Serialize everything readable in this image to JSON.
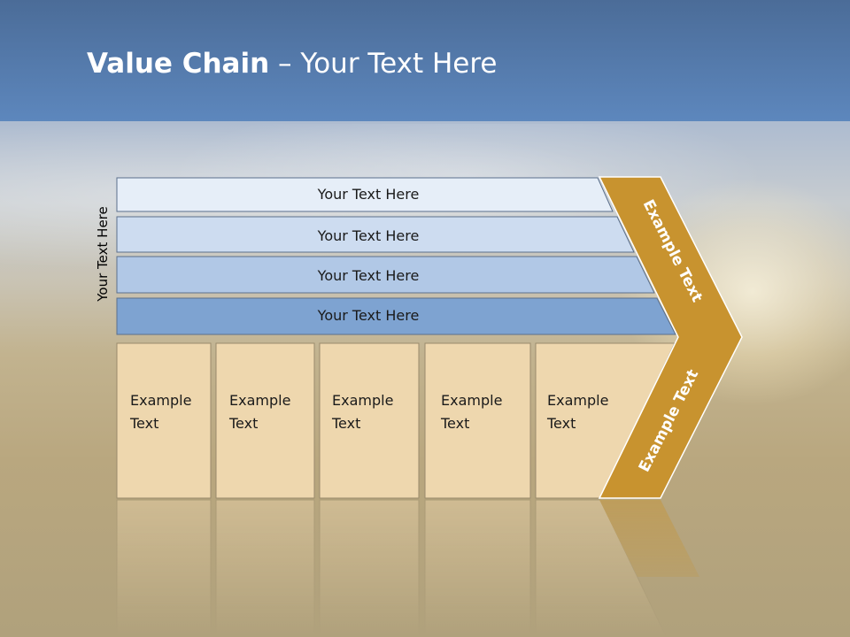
{
  "title": {
    "bold": "Value Chain",
    "rest": " – Your Text Here"
  },
  "side_label": "Your Text Here",
  "rows": [
    "Your Text Here",
    "Your Text Here",
    "Your Text Here",
    "Your Text Here"
  ],
  "activities": [
    [
      "Example",
      "Text"
    ],
    [
      "Example",
      "Text"
    ],
    [
      "Example",
      "Text"
    ],
    [
      "Example",
      "Text"
    ],
    [
      "Example",
      "Text"
    ]
  ],
  "chevron": {
    "top_label": "Example Text",
    "bottom_label": "Example Text"
  },
  "colors": {
    "header": "#5d87bd",
    "row_fills": [
      "#e6eef8",
      "#cddcf0",
      "#b1c8e6",
      "#7ea3d1"
    ],
    "activity_fill": "#eed7ae",
    "chevron": "#c8932f"
  }
}
